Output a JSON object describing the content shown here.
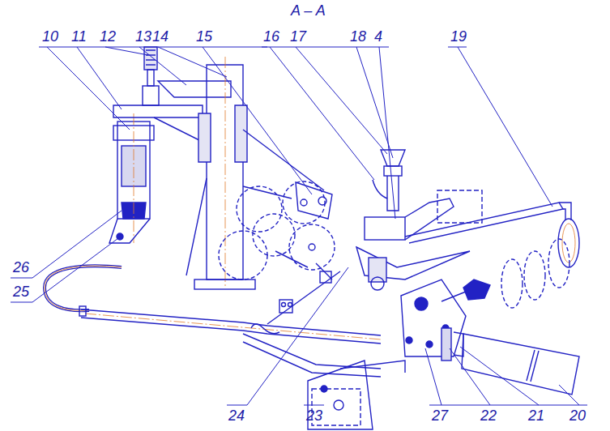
{
  "diagram": {
    "title": "A – A",
    "labels": [
      "10",
      "11",
      "12",
      "13",
      "14",
      "15",
      "16",
      "17",
      "18",
      "4",
      "19",
      "26",
      "25",
      "24",
      "23",
      "27",
      "22",
      "21",
      "20"
    ]
  }
}
